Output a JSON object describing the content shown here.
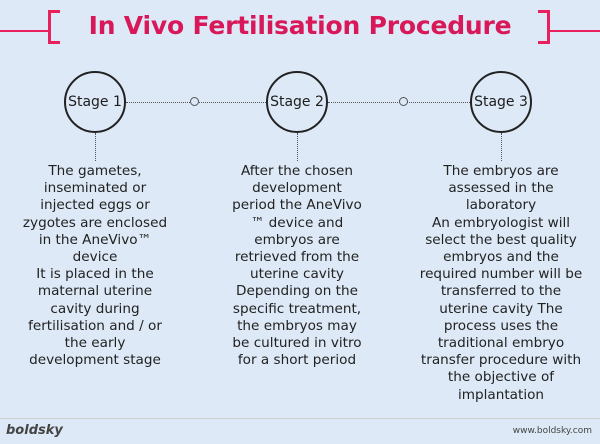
{
  "title": "In Vivo Fertilisation Procedure",
  "stages": [
    {
      "label": "Stage 1",
      "lines": [
        "The gametes,",
        "inseminated or",
        "injected eggs or",
        "zygotes are enclosed",
        "in the AneVivo™",
        "device",
        "It is placed in the",
        "maternal uterine",
        "cavity during",
        "fertilisation and / or",
        "the early",
        "development stage"
      ]
    },
    {
      "label": "Stage 2",
      "lines": [
        "After the chosen",
        "development",
        "period the AneVivo",
        "™ device and",
        "embryos are",
        "retrieved from the",
        "uterine cavity",
        "Depending on the",
        "specific treatment,",
        "the embryos may",
        "be cultured in vitro",
        "for a short period"
      ]
    },
    {
      "label": "Stage 3",
      "lines": [
        "The embryos are",
        "assessed in the",
        "laboratory",
        "An embryologist will",
        "select the best quality",
        "embryos and the",
        "required number will be",
        "transferred to the",
        "uterine cavity The",
        "process uses the",
        "traditional embryo",
        "transfer procedure with",
        "the objective of",
        "implantation"
      ]
    }
  ],
  "footer": {
    "logo": "boldsky",
    "website": "www.boldsky.com"
  },
  "colors": {
    "accent": "#e8205c",
    "background": "#dde9f6"
  }
}
